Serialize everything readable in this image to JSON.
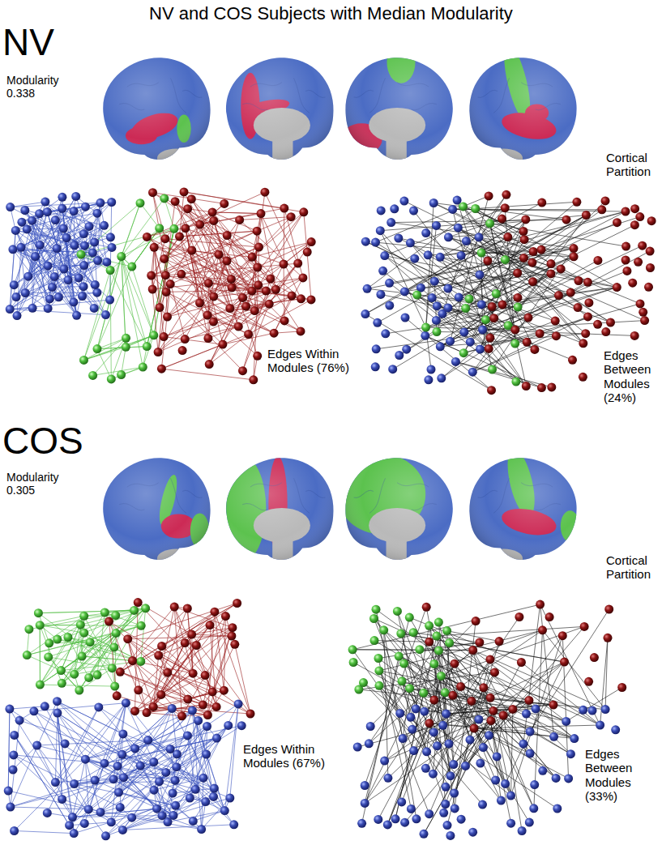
{
  "diagram": {
    "title": "NV and COS Subjects with Median Modularity",
    "labels": [
      "NV",
      "Modularity 0.338",
      "Cortical Partition",
      "Edges Within Modules (76%)",
      "Edges Between Modules (24%)",
      "COS",
      "Modularity 0.305",
      "Cortical Partition",
      "Edges Within Modules (67%)",
      "Edges Between Modules (33%)"
    ]
  }
}
